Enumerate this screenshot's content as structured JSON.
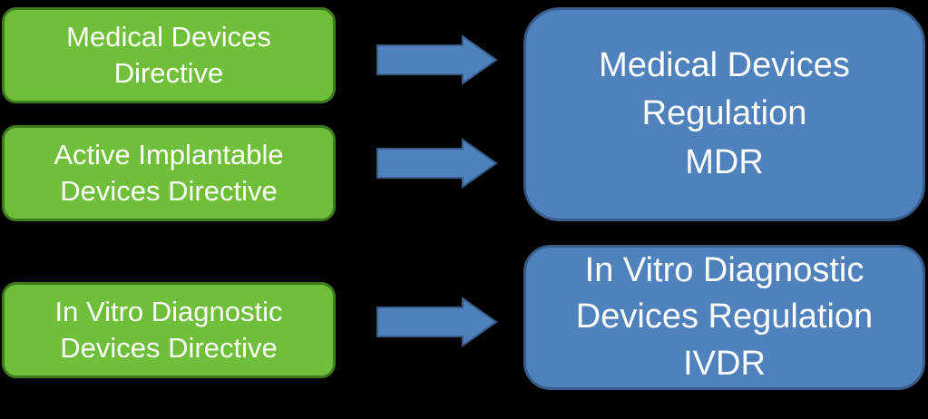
{
  "sources": [
    {
      "line1": "Medical Devices",
      "line2": "Directive"
    },
    {
      "line1": "Active Implantable",
      "line2": "Devices Directive"
    },
    {
      "line1": "In Vitro Diagnostic",
      "line2": "Devices Directive"
    }
  ],
  "targets": [
    {
      "line1": "Medical Devices",
      "line2": "Regulation",
      "line3": "MDR"
    },
    {
      "line1": "In Vitro Diagnostic",
      "line2": "Devices Regulation",
      "line3": "IVDR"
    }
  ],
  "colors": {
    "background": "#000000",
    "source_fill": "#6fbf3a",
    "source_border": "#3e7a1e",
    "target_fill": "#4f81bd",
    "target_border": "#385d8a",
    "arrow_fill": "#4f81bd",
    "arrow_border": "#385d8a",
    "text": "#ffffff"
  }
}
